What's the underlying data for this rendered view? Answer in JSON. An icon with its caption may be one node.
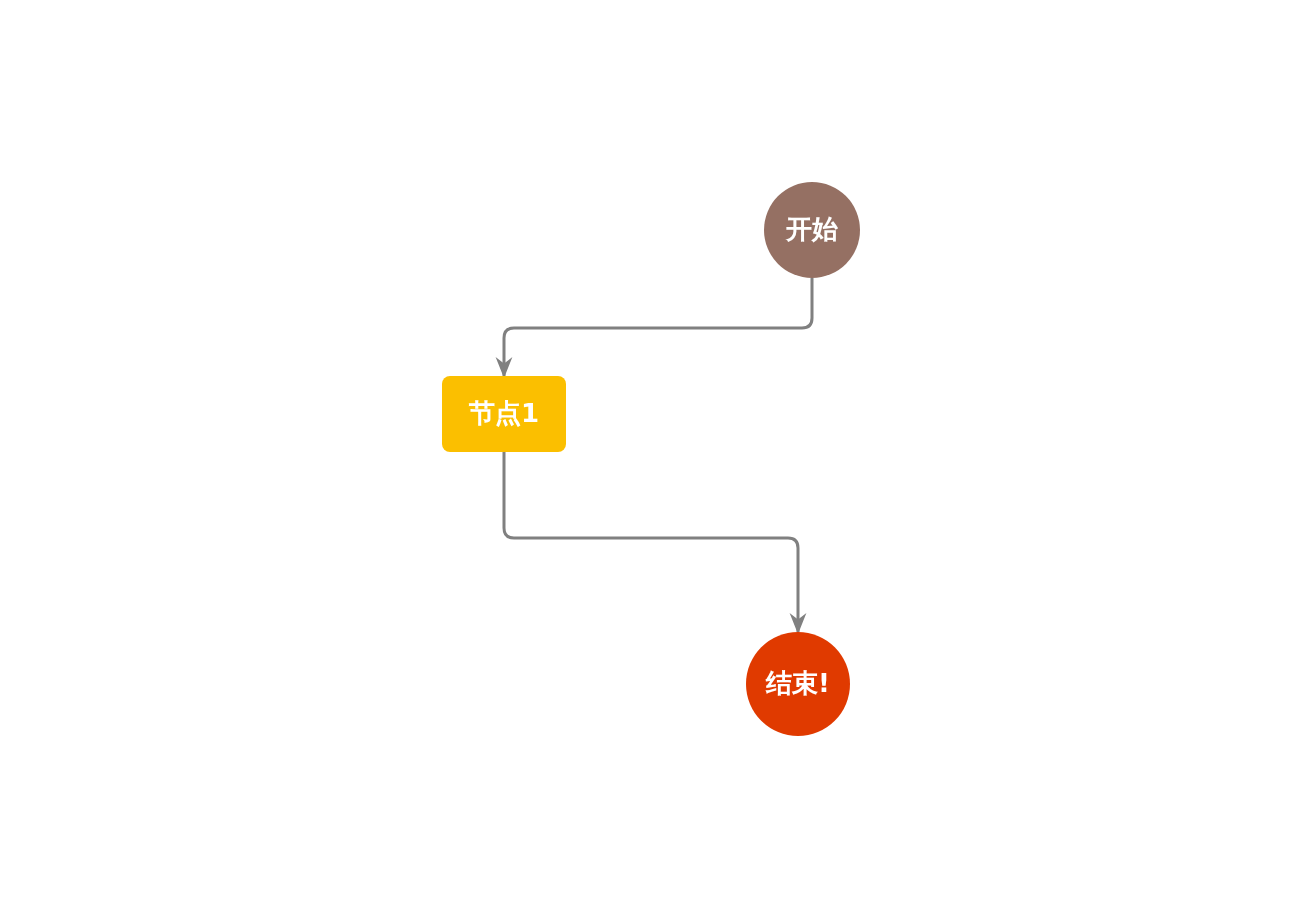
{
  "diagram": {
    "nodes": [
      {
        "text": [
          "开始"
        ]
      },
      {
        "text": [
          "节点1"
        ]
      },
      {
        "text": [
          "结束!"
        ]
      }
    ],
    "edges": [
      {
        "from": 0,
        "to": 1,
        "arrow": "to"
      },
      {
        "from": 1,
        "to": 2,
        "arrow": "to"
      }
    ]
  }
}
